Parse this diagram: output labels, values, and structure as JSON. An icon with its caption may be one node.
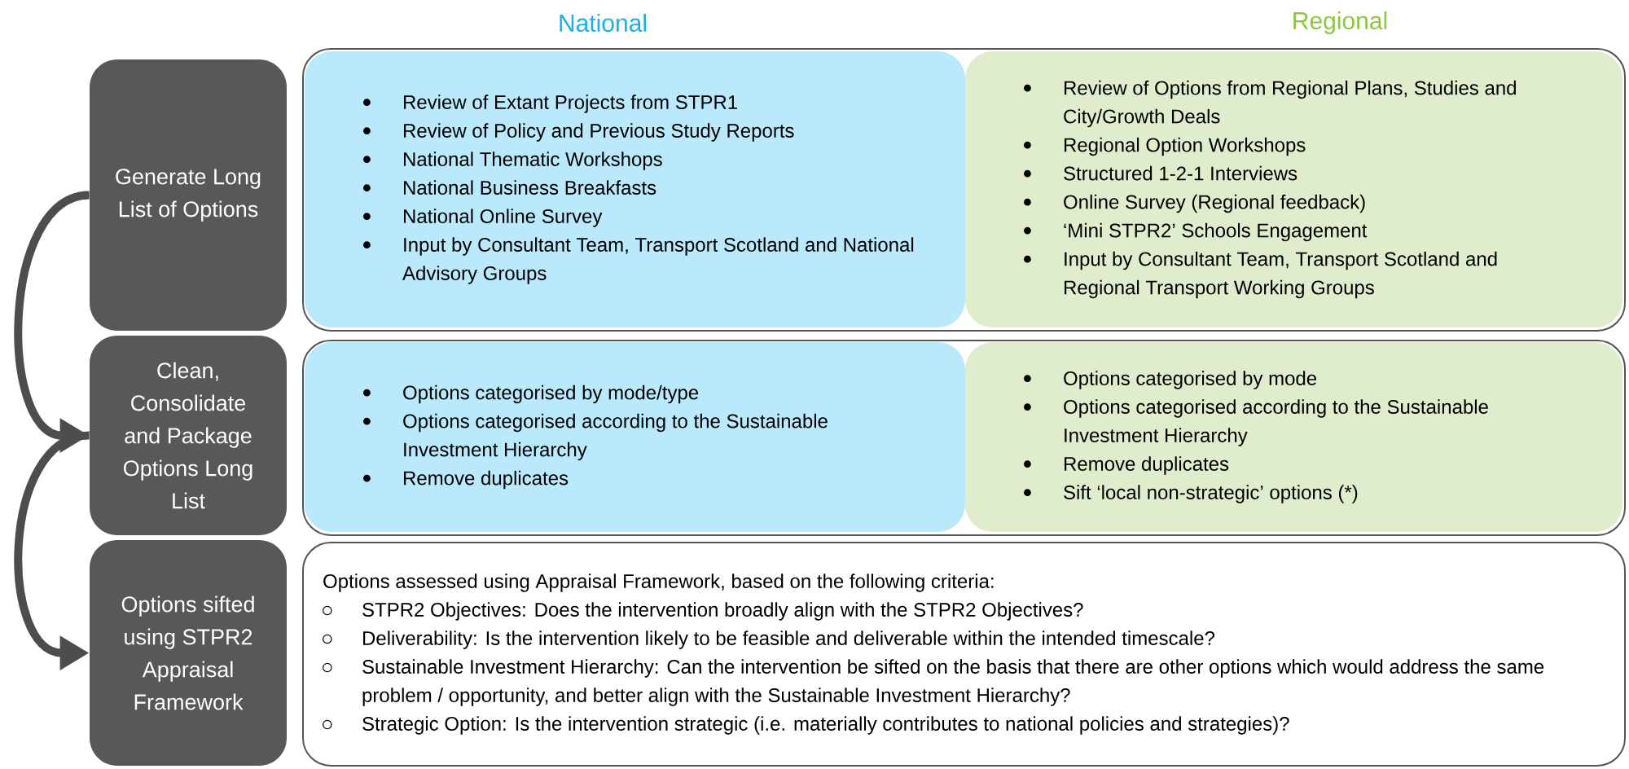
{
  "diagram": {
    "nodes": [
      {
        "text": [
          "Generate Long List of Options"
        ]
      },
      {
        "text": [],
        "shape": "box"
      },
      {
        "text": [
          "Review of Extant Projects from STPR1",
          "Review of Policy and Previous Study Reports",
          "National Thematic Workshops",
          "National Business Breakfasts",
          "National Online Survey",
          "Input by Consultant Team, Transport Scotland and National Advisory Groups"
        ],
        "in": 1
      },
      {
        "text": [
          "Review of Options from Regional Plans, Studies and City/Growth Deals",
          "Regional Option Workshops",
          "Structured 1-2-1 Interviews",
          "Online Survey (Regional feedback)",
          "‘Mini STPR2’ Schools Engagement",
          "Input by Consultant Team, Transport Scotland and Regional Transport Working Groups"
        ],
        "in": 1
      },
      {
        "text": [
          "Clean, Consolidate and Package Options Long List"
        ]
      },
      {
        "text": [],
        "shape": "box"
      },
      {
        "text": [
          "Options categorised by mode/type",
          "Options categorised according to the Sustainable Investment Hierarchy",
          "Remove duplicates"
        ],
        "in": 5
      },
      {
        "text": [
          "Options categorised by mode",
          "Options categorised according to the Sustainable Investment Hierarchy",
          "Remove duplicates",
          "Sift ‘local non-strategic’ options (*)"
        ],
        "in": 5
      },
      {
        "text": [
          "Options sifted using STPR2 Appraisal Framework"
        ]
      },
      {
        "text": [
          "Options assessed using Appraisal Framework, based on the following criteria:",
          "STPR2 Objectives: Does the intervention broadly align with the STPR2 Objectives?",
          "Deliverability: Is the intervention likely to be feasible and deliverable within the intended timescale?",
          "Sustainable Investment Hierarchy: Can the intervention be sifted on the basis that there are other options which would address the same problem / opportunity, and better align with the Sustainable Investment Hierarchy?",
          "Strategic Option: Is the intervention strategic (i.e. materially contributes to national policies and strategies)?"
        ]
      }
    ],
    "edges": [
      {
        "from": 0,
        "to": 4,
        "arrow": "to"
      },
      {
        "from": 4,
        "to": 8,
        "arrow": "to"
      }
    ],
    "labels": [
      "National",
      "Regional"
    ]
  }
}
